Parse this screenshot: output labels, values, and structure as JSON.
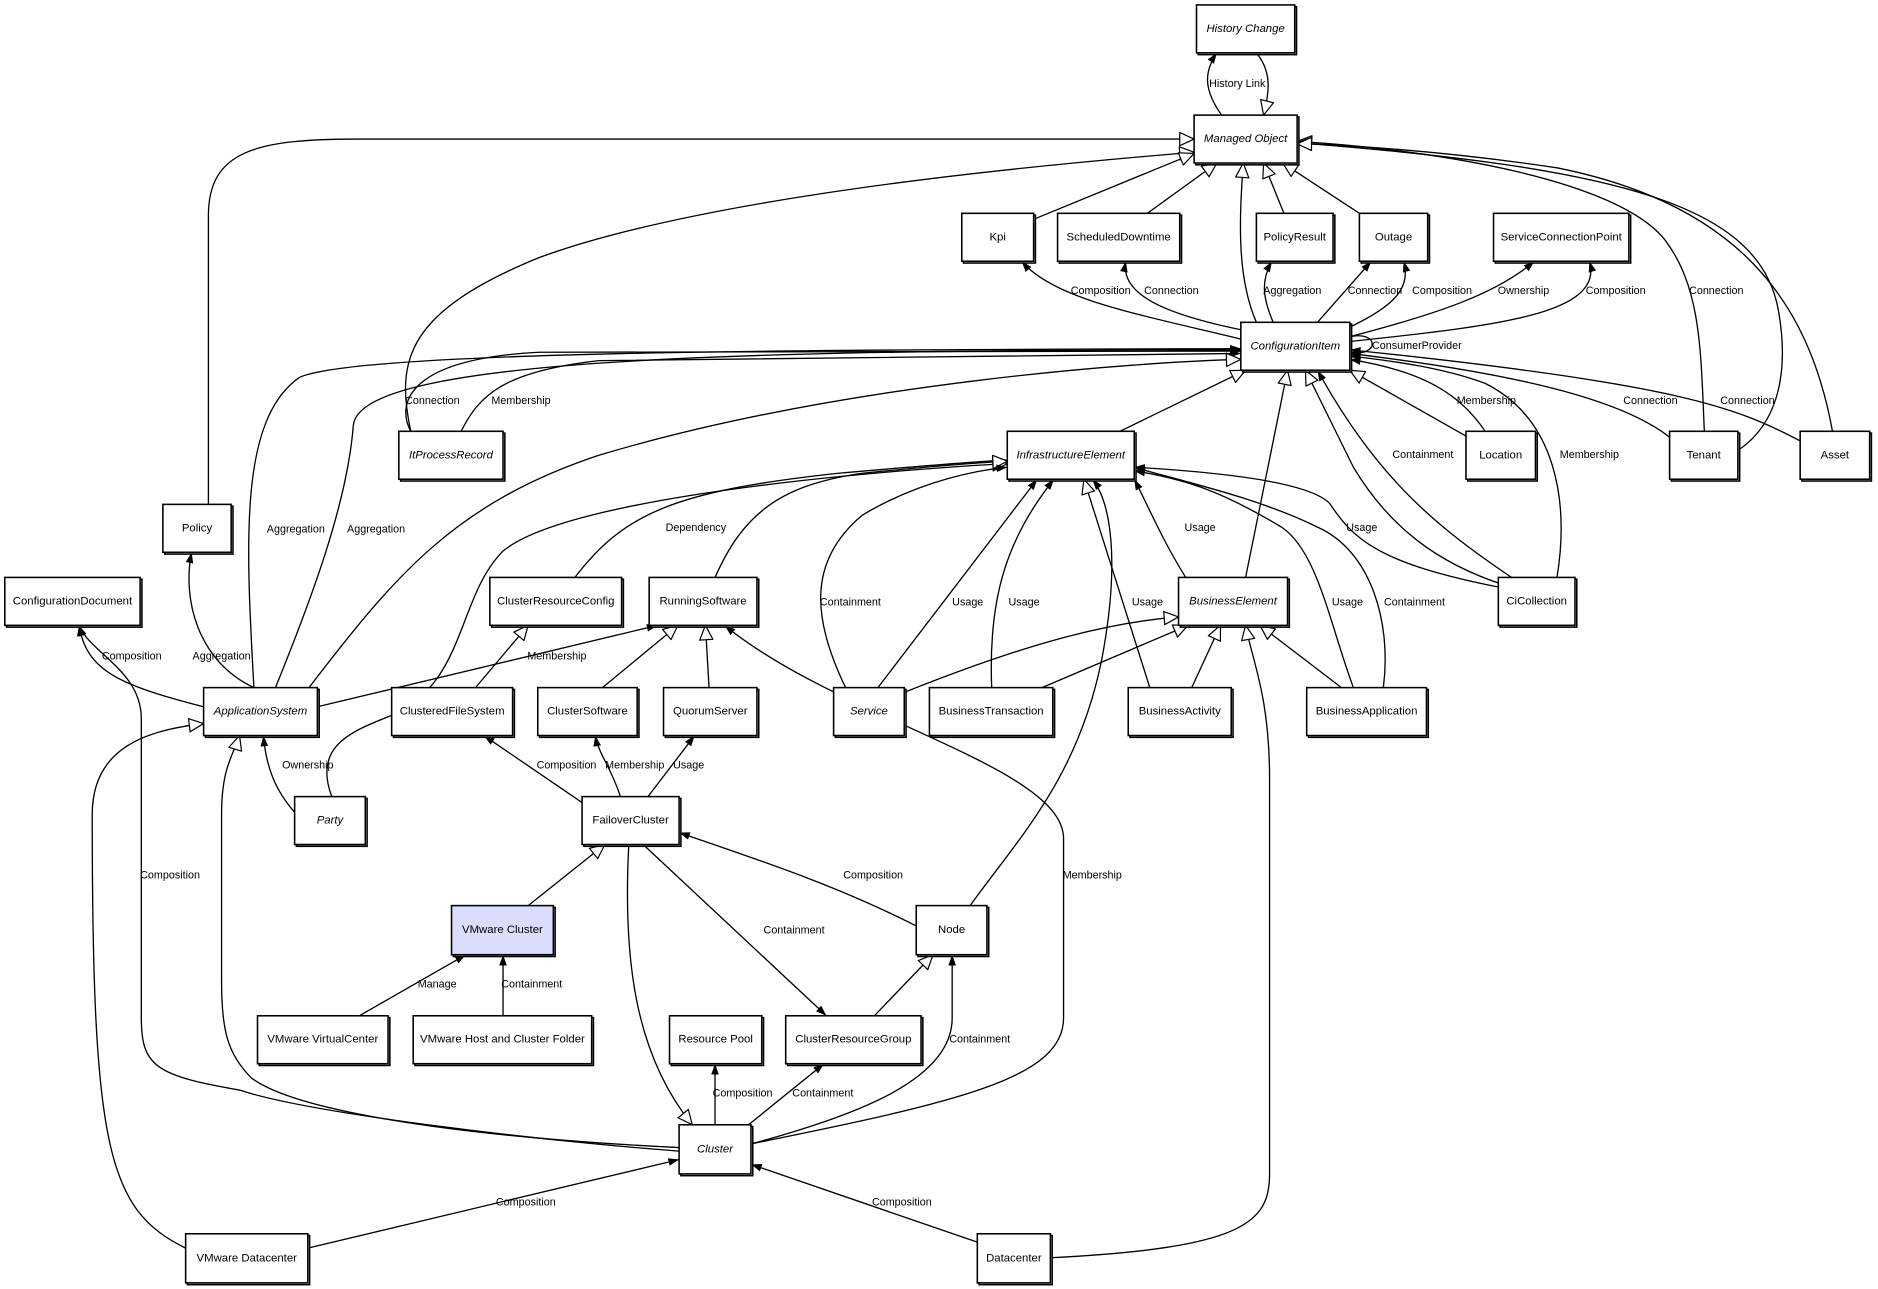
{
  "diagram": {
    "highlight_color": "#dcdcfc",
    "nodes": [
      {
        "name": "History Change",
        "abstract": true
      },
      {
        "name": "Managed Object",
        "abstract": true
      },
      {
        "name": "Kpi",
        "abstract": false
      },
      {
        "name": "ScheduledDowntime",
        "abstract": false
      },
      {
        "name": "PolicyResult",
        "abstract": false
      },
      {
        "name": "Outage",
        "abstract": false
      },
      {
        "name": "ServiceConnectionPoint",
        "abstract": false
      },
      {
        "name": "ConfigurationItem",
        "abstract": true
      },
      {
        "name": "ItProcessRecord",
        "abstract": true
      },
      {
        "name": "InfrastructureElement",
        "abstract": true
      },
      {
        "name": "Location",
        "abstract": false
      },
      {
        "name": "Tenant",
        "abstract": false
      },
      {
        "name": "Asset",
        "abstract": false
      },
      {
        "name": "Policy",
        "abstract": false
      },
      {
        "name": "ConfigurationDocument",
        "abstract": false
      },
      {
        "name": "ClusterResourceConfig",
        "abstract": false
      },
      {
        "name": "RunningSoftware",
        "abstract": false
      },
      {
        "name": "BusinessElement",
        "abstract": true
      },
      {
        "name": "CiCollection",
        "abstract": false
      },
      {
        "name": "ApplicationSystem",
        "abstract": true
      },
      {
        "name": "ClusteredFileSystem",
        "abstract": false
      },
      {
        "name": "ClusterSoftware",
        "abstract": false
      },
      {
        "name": "QuorumServer",
        "abstract": false
      },
      {
        "name": "Service",
        "abstract": true
      },
      {
        "name": "BusinessTransaction",
        "abstract": false
      },
      {
        "name": "BusinessActivity",
        "abstract": false
      },
      {
        "name": "BusinessApplication",
        "abstract": false
      },
      {
        "name": "Party",
        "abstract": true
      },
      {
        "name": "FailoverCluster",
        "abstract": false
      },
      {
        "name": "VMware Cluster",
        "abstract": false,
        "selected": true
      },
      {
        "name": "Node",
        "abstract": false
      },
      {
        "name": "VMware VirtualCenter",
        "abstract": false
      },
      {
        "name": "VMware Host and Cluster Folder",
        "abstract": false
      },
      {
        "name": "Resource Pool",
        "abstract": false
      },
      {
        "name": "ClusterResourceGroup",
        "abstract": false
      },
      {
        "name": "Cluster",
        "abstract": true
      },
      {
        "name": "VMware Datacenter",
        "abstract": false
      },
      {
        "name": "Datacenter",
        "abstract": false
      }
    ],
    "edges": [
      {
        "from": "Managed Object",
        "to": "History Change",
        "label": "History Link",
        "arrow": "association"
      },
      {
        "from": "History Change",
        "to": "Managed Object",
        "label": "",
        "arrow": "generalization"
      },
      {
        "from": "Policy",
        "to": "Managed Object",
        "label": "",
        "arrow": "generalization"
      },
      {
        "from": "ItProcessRecord",
        "to": "Managed Object",
        "label": "",
        "arrow": "generalization"
      },
      {
        "from": "Kpi",
        "to": "Managed Object",
        "label": "",
        "arrow": "generalization"
      },
      {
        "from": "ScheduledDowntime",
        "to": "Managed Object",
        "label": "",
        "arrow": "generalization"
      },
      {
        "from": "ConfigurationItem",
        "to": "Managed Object",
        "label": "",
        "arrow": "generalization"
      },
      {
        "from": "PolicyResult",
        "to": "Managed Object",
        "label": "",
        "arrow": "generalization"
      },
      {
        "from": "Outage",
        "to": "Managed Object",
        "label": "",
        "arrow": "generalization"
      },
      {
        "from": "Tenant",
        "to": "Managed Object",
        "label": "Connection",
        "arrow": "generalization"
      },
      {
        "from": "Tenant",
        "to": "Managed Object",
        "label": "",
        "arrow": "generalization"
      },
      {
        "from": "Asset",
        "to": "Managed Object",
        "label": "",
        "arrow": "generalization"
      },
      {
        "from": "ConfigurationItem",
        "to": "Kpi",
        "label": "Composition",
        "arrow": "association"
      },
      {
        "from": "ConfigurationItem",
        "to": "ScheduledDowntime",
        "label": "Connection",
        "arrow": "association"
      },
      {
        "from": "ConfigurationItem",
        "to": "PolicyResult",
        "label": "Aggregation",
        "arrow": "association"
      },
      {
        "from": "ConfigurationItem",
        "to": "Outage",
        "label": "Connection",
        "arrow": "association"
      },
      {
        "from": "ConfigurationItem",
        "to": "Outage",
        "label": "Composition",
        "arrow": "association"
      },
      {
        "from": "ConfigurationItem",
        "to": "ServiceConnectionPoint",
        "label": "Ownership",
        "arrow": "association"
      },
      {
        "from": "ConfigurationItem",
        "to": "ServiceConnectionPoint",
        "label": "Composition",
        "arrow": "association"
      },
      {
        "from": "ConfigurationItem",
        "to": "ConfigurationItem",
        "label": "ConsumerProvider",
        "arrow": "association"
      },
      {
        "from": "ApplicationSystem",
        "to": "ConfigurationItem",
        "label": "Aggregation",
        "arrow": "association"
      },
      {
        "from": "ApplicationSystem",
        "to": "ConfigurationItem",
        "label": "Aggregation",
        "arrow": "association"
      },
      {
        "from": "ItProcessRecord",
        "to": "ConfigurationItem",
        "label": "Connection",
        "arrow": "association"
      },
      {
        "from": "ItProcessRecord",
        "to": "ConfigurationItem",
        "label": "Membership",
        "arrow": "association"
      },
      {
        "from": "ApplicationSystem",
        "to": "ConfigurationItem",
        "label": "",
        "arrow": "generalization"
      },
      {
        "from": "Party",
        "to": "InfrastructureElement",
        "label": "",
        "arrow": "generalization"
      },
      {
        "from": "ClusterResourceConfig",
        "to": "InfrastructureElement",
        "label": "Dependency",
        "arrow": "association"
      },
      {
        "from": "RunningSoftware",
        "to": "InfrastructureElement",
        "label": "",
        "arrow": "generalization"
      },
      {
        "from": "ApplicationSystem",
        "to": "RunningSoftware",
        "label": "Membership",
        "arrow": "association"
      },
      {
        "from": "ClusteredFileSystem",
        "to": "ClusterResourceConfig",
        "label": "",
        "arrow": "generalization"
      },
      {
        "from": "ClusterSoftware",
        "to": "RunningSoftware",
        "label": "",
        "arrow": "generalization"
      },
      {
        "from": "QuorumServer",
        "to": "RunningSoftware",
        "label": "",
        "arrow": "generalization"
      },
      {
        "from": "FailoverCluster",
        "to": "ClusteredFileSystem",
        "label": "Composition",
        "arrow": "association"
      },
      {
        "from": "FailoverCluster",
        "to": "ClusterSoftware",
        "label": "Membership",
        "arrow": "association"
      },
      {
        "from": "FailoverCluster",
        "to": "QuorumServer",
        "label": "Usage",
        "arrow": "association"
      },
      {
        "from": "Cluster",
        "to": "RunningSoftware",
        "label": "Membership",
        "arrow": "association"
      },
      {
        "from": "ApplicationSystem",
        "to": "Policy",
        "label": "Aggregation",
        "arrow": "association"
      },
      {
        "from": "ApplicationSystem",
        "to": "ConfigurationDocument",
        "label": "Composition",
        "arrow": "association"
      },
      {
        "from": "Party",
        "to": "ApplicationSystem",
        "label": "Ownership",
        "arrow": "association"
      },
      {
        "from": "VMware Datacenter",
        "to": "ApplicationSystem",
        "label": "",
        "arrow": "generalization"
      },
      {
        "from": "Cluster",
        "to": "ConfigurationDocument",
        "label": "Composition",
        "arrow": "association"
      },
      {
        "from": "Cluster",
        "to": "ApplicationSystem",
        "label": "",
        "arrow": "generalization"
      },
      {
        "from": "FailoverCluster",
        "to": "Cluster",
        "label": "",
        "arrow": "generalization"
      },
      {
        "from": "VMware Cluster",
        "to": "FailoverCluster",
        "label": "",
        "arrow": "generalization"
      },
      {
        "from": "Node",
        "to": "FailoverCluster",
        "label": "Composition",
        "arrow": "association"
      },
      {
        "from": "Node",
        "to": "InfrastructureElement",
        "label": "",
        "arrow": "association"
      },
      {
        "from": "FailoverCluster",
        "to": "ClusterResourceGroup",
        "label": "Containment",
        "arrow": "association"
      },
      {
        "from": "ClusterResourceGroup",
        "to": "Node",
        "label": "",
        "arrow": "generalization"
      },
      {
        "from": "Cluster",
        "to": "Node",
        "label": "Containment",
        "arrow": "association"
      },
      {
        "from": "Cluster",
        "to": "Resource Pool",
        "label": "Composition",
        "arrow": "association"
      },
      {
        "from": "Cluster",
        "to": "ClusterResourceGroup",
        "label": "Containment",
        "arrow": "association"
      },
      {
        "from": "VMware VirtualCenter",
        "to": "VMware Cluster",
        "label": "Manage",
        "arrow": "association"
      },
      {
        "from": "VMware Host and Cluster Folder",
        "to": "VMware Cluster",
        "label": "Containment",
        "arrow": "association"
      },
      {
        "from": "VMware Datacenter",
        "to": "Cluster",
        "label": "Composition",
        "arrow": "association"
      },
      {
        "from": "Datacenter",
        "to": "Cluster",
        "label": "Composition",
        "arrow": "association"
      },
      {
        "from": "Datacenter",
        "to": "BusinessElement",
        "label": "",
        "arrow": "generalization"
      },
      {
        "from": "Service",
        "to": "InfrastructureElement",
        "label": "Containment",
        "arrow": "association"
      },
      {
        "from": "Service",
        "to": "InfrastructureElement",
        "label": "Usage",
        "arrow": "association"
      },
      {
        "from": "BusinessTransaction",
        "to": "InfrastructureElement",
        "label": "Usage",
        "arrow": "association"
      },
      {
        "from": "BusinessActivity",
        "to": "InfrastructureElement",
        "label": "Usage",
        "arrow": "generalization"
      },
      {
        "from": "Service",
        "to": "BusinessElement",
        "label": "",
        "arrow": "generalization"
      },
      {
        "from": "BusinessTransaction",
        "to": "BusinessElement",
        "label": "",
        "arrow": "generalization"
      },
      {
        "from": "BusinessActivity",
        "to": "BusinessElement",
        "label": "",
        "arrow": "generalization"
      },
      {
        "from": "BusinessApplication",
        "to": "BusinessElement",
        "label": "",
        "arrow": "generalization"
      },
      {
        "from": "BusinessElement",
        "to": "InfrastructureElement",
        "label": "Usage",
        "arrow": "association"
      },
      {
        "from": "BusinessElement",
        "to": "ConfigurationItem",
        "label": "",
        "arrow": "generalization"
      },
      {
        "from": "BusinessApplication",
        "to": "InfrastructureElement",
        "label": "Usage",
        "arrow": "association"
      },
      {
        "from": "BusinessApplication",
        "to": "InfrastructureElement",
        "label": "Containment",
        "arrow": "association"
      },
      {
        "from": "CiCollection",
        "to": "InfrastructureElement",
        "label": "Usage",
        "arrow": "association"
      },
      {
        "from": "CiCollection",
        "to": "ConfigurationItem",
        "label": "",
        "arrow": "generalization"
      },
      {
        "from": "CiCollection",
        "to": "ConfigurationItem",
        "label": "Containment",
        "arrow": "association"
      },
      {
        "from": "CiCollection",
        "to": "ConfigurationItem",
        "label": "Membership",
        "arrow": "association"
      },
      {
        "from": "InfrastructureElement",
        "to": "ConfigurationItem",
        "label": "",
        "arrow": "generalization"
      },
      {
        "from": "Location",
        "to": "ConfigurationItem",
        "label": "",
        "arrow": "generalization"
      },
      {
        "from": "Location",
        "to": "ConfigurationItem",
        "label": "Membership",
        "arrow": "association"
      },
      {
        "from": "Tenant",
        "to": "ConfigurationItem",
        "label": "Connection",
        "arrow": "association"
      },
      {
        "from": "Asset",
        "to": "ConfigurationItem",
        "label": "Connection",
        "arrow": "association"
      }
    ]
  }
}
